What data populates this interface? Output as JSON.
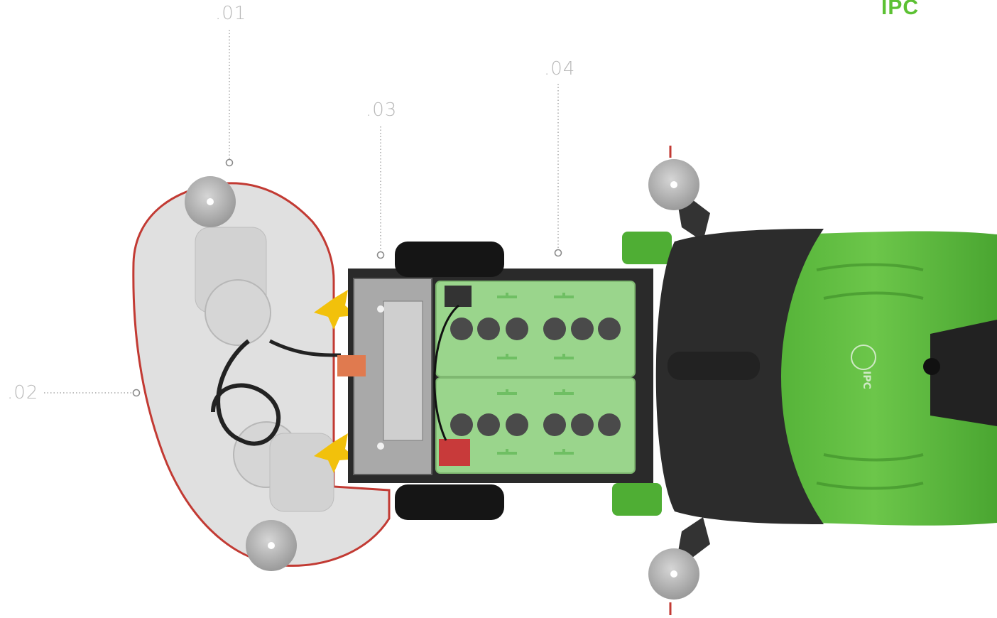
{
  "brand": {
    "text": "IPC",
    "color": "#5cc133"
  },
  "callouts": [
    ".01",
    ".02",
    ".03",
    ".04"
  ],
  "logo_text": "IPC",
  "colors": {
    "body_green": "#5cb93e",
    "dark_green": "#3d8c28",
    "battery_green": "#9ad58c",
    "charcoal": "#2c2c2c",
    "deck_grey": "#e1e1e1",
    "red_trim": "#c23a33",
    "yellow": "#f2c10b",
    "callout_grey": "#b9b9b9"
  }
}
